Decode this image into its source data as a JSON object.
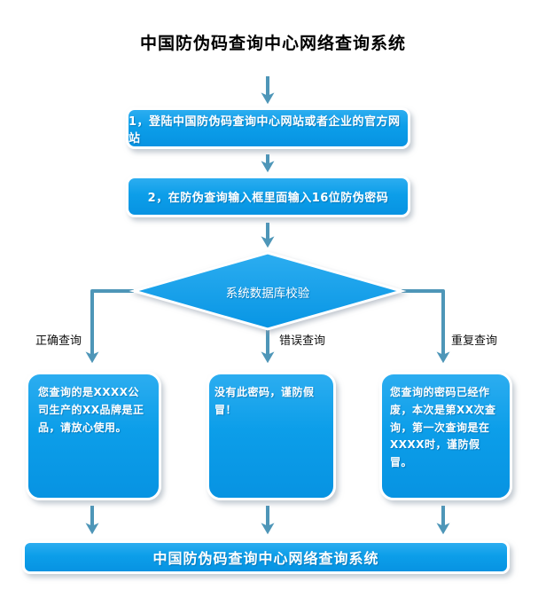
{
  "title": "中国防伪码查询中心网络查询系统",
  "flow": {
    "step1": "1，登陆中国防伪码查询中心网站或者企业的官方网站",
    "step2": "2，在防伪查询输入框里面输入16位防伪密码",
    "decision": "系统数据库校验",
    "branches": [
      {
        "label": "正确查询",
        "result": "您查询的是XXXX公司生产的XX品牌是正品，请放心使用。"
      },
      {
        "label": "错误查询",
        "result": "没有此密码，谨防假冒！"
      },
      {
        "label": "重复查询",
        "result": "您查询的密码已经作废，本次是第XX次查询，第一次查询是在XXXX时，谨防假冒。"
      }
    ],
    "footer": "中国防伪码查询中心网络查询系统"
  },
  "colors": {
    "node_blue_top": "#2cadf0",
    "node_blue_bottom": "#0793e2",
    "arrow": "#4e96b8",
    "node_text": "#ffffff",
    "label_text": "#111111",
    "background": "#ffffff"
  }
}
